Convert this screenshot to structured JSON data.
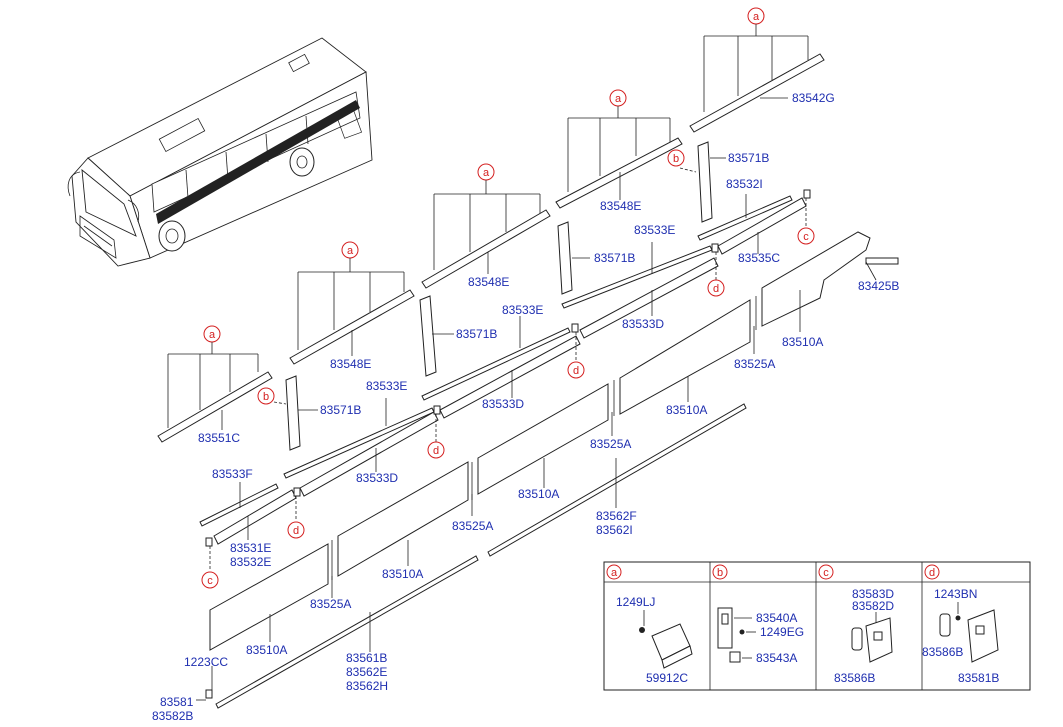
{
  "callouts": {
    "a": "a",
    "b": "b",
    "c": "c",
    "d": "d"
  },
  "labels": {
    "p83542G": "83542G",
    "p83548E_1": "83548E",
    "p83548E_2": "83548E",
    "p83548E_3": "83548E",
    "p83551C": "83551C",
    "p83571B_1": "83571B",
    "p83571B_2": "83571B",
    "p83571B_3": "83571B",
    "p83571B_4": "83571B",
    "p83532I": "83532I",
    "p83533E_1": "83533E",
    "p83533E_2": "83533E",
    "p83533E_3": "83533E",
    "p83535C": "83535C",
    "p83425B": "83425B",
    "p83533D_1": "83533D",
    "p83533D_2": "83533D",
    "p83533D_3": "83533D",
    "p83510A_1": "83510A",
    "p83510A_2": "83510A",
    "p83510A_3": "83510A",
    "p83510A_4": "83510A",
    "p83510A_5": "83510A",
    "p83525A_1": "83525A",
    "p83525A_2": "83525A",
    "p83525A_3": "83525A",
    "p83525A_4": "83525A",
    "p83533F": "83533F",
    "p83531E": "83531E",
    "p83532E": "83532E",
    "p83562F": "83562F",
    "p83562I": "83562I",
    "p1223CC": "1223CC",
    "p83561B": "83561B",
    "p83562E": "83562E",
    "p83562H": "83562H",
    "p83581": "83581",
    "p83582B": "83582B"
  },
  "legend_table": {
    "headers": [
      "a",
      "b",
      "c",
      "d"
    ],
    "a": {
      "fastener": "1249LJ",
      "clip": "59912C"
    },
    "b": {
      "part1": "83540A",
      "part2": "1249EG",
      "part3": "83543A"
    },
    "c": {
      "part1": "83583D",
      "part2": "83582D",
      "part3": "83586B"
    },
    "d": {
      "part1": "1243BN",
      "part2": "83586B",
      "part3": "83581B"
    }
  },
  "colors": {
    "label": "#1f2fb0",
    "callout": "#d42020",
    "line": "#222222"
  }
}
